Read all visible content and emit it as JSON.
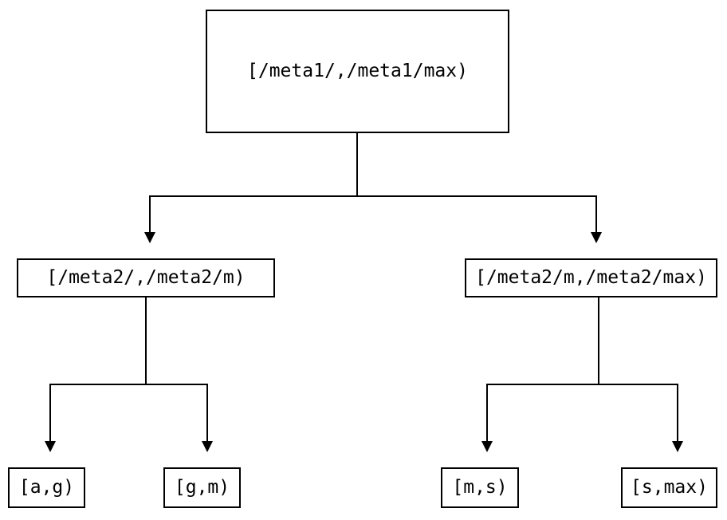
{
  "diagram": {
    "type": "interval-partition-tree",
    "background_color": "#ffffff",
    "line_color": "#000000",
    "text_color": "#000000",
    "nodes": {
      "root": {
        "label": "[/meta1/,/meta1/max)"
      },
      "level2": [
        {
          "label": "[/meta2/,/meta2/m)"
        },
        {
          "label": "[/meta2/m,/meta2/max)"
        }
      ],
      "leaves": [
        {
          "label": "[a,g)"
        },
        {
          "label": "[g,m)"
        },
        {
          "label": "[m,s)"
        },
        {
          "label": "[s,max)"
        }
      ]
    }
  }
}
